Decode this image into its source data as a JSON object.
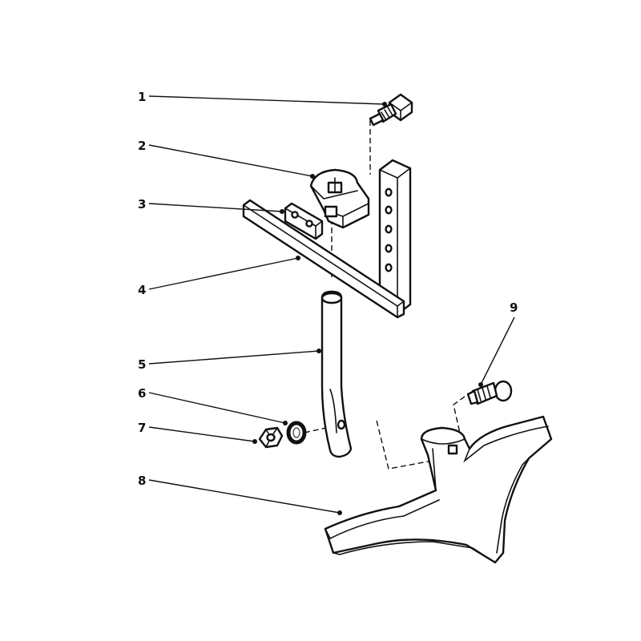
{
  "diagram": {
    "callouts": [
      {
        "id": "1",
        "label": "1"
      },
      {
        "id": "2",
        "label": "2"
      },
      {
        "id": "3",
        "label": "3"
      },
      {
        "id": "4",
        "label": "4"
      },
      {
        "id": "5",
        "label": "5"
      },
      {
        "id": "6",
        "label": "6"
      },
      {
        "id": "7",
        "label": "7"
      },
      {
        "id": "8",
        "label": "8"
      },
      {
        "id": "9",
        "label": "9"
      }
    ],
    "parts": [
      {
        "callout": "1",
        "icon": "carriage-bolt-icon"
      },
      {
        "callout": "2",
        "icon": "clamp-bracket-icon"
      },
      {
        "callout": "3",
        "icon": "clamp-plate-icon"
      },
      {
        "callout": "4",
        "icon": "tool-bar-icon"
      },
      {
        "callout": "5",
        "icon": "shank-icon"
      },
      {
        "callout": "6",
        "icon": "lock-washer-icon"
      },
      {
        "callout": "7",
        "icon": "hex-nut-icon"
      },
      {
        "callout": "8",
        "icon": "sweep-blade-icon"
      },
      {
        "callout": "9",
        "icon": "plow-bolt-icon"
      }
    ],
    "line_color": "#111111",
    "background_color": "#ffffff"
  }
}
